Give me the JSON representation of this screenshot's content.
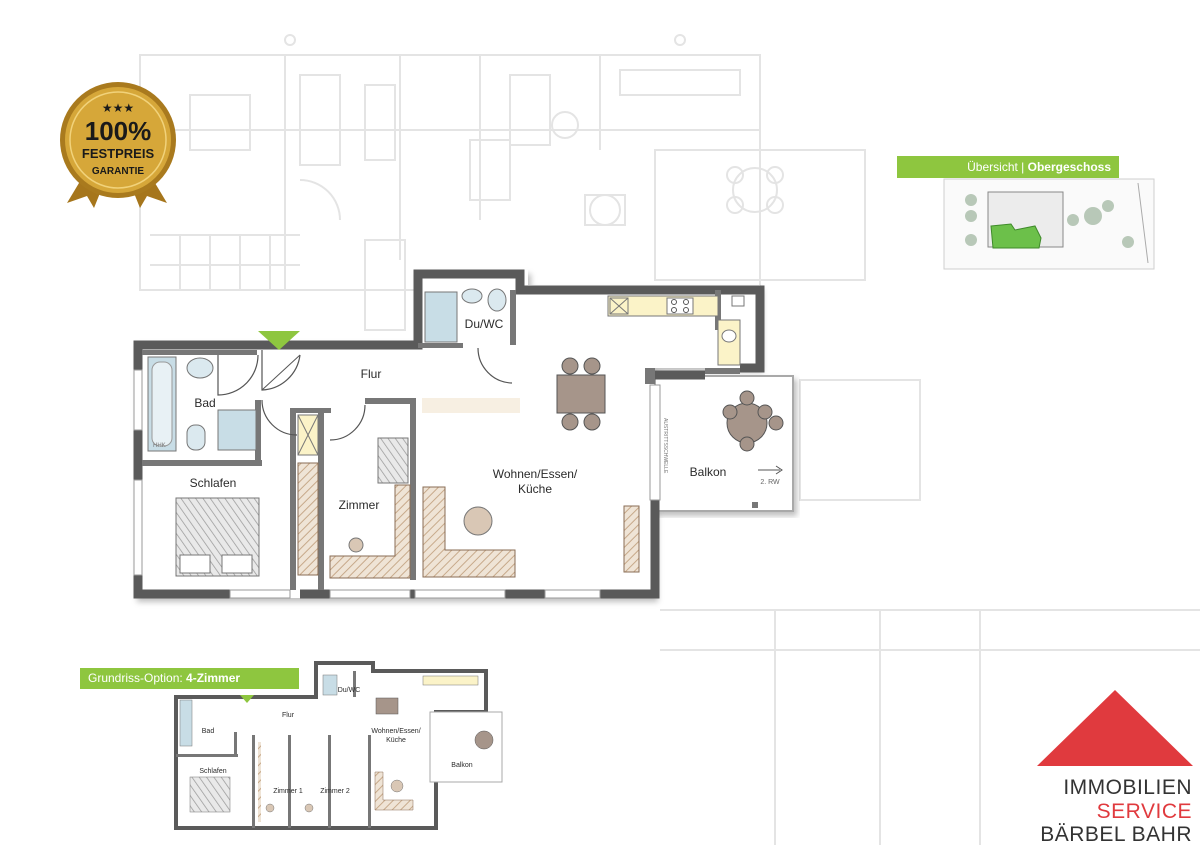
{
  "badge": {
    "line1": "100%",
    "line2": "FESTPREIS",
    "line3": "GARANTIE",
    "stars": "★★★",
    "gold_color": "#c9962b"
  },
  "overview": {
    "label": "Übersicht |",
    "label_bold": "Obergeschoss",
    "highlight_color": "#8ec63f"
  },
  "floorplan": {
    "rooms": {
      "flur": "Flur",
      "du_wc": "Du/WC",
      "bad": "Bad",
      "schlafen": "Schlafen",
      "zimmer": "Zimmer",
      "wohnen_line1": "Wohnen/Essen/",
      "wohnen_line2": "Küche",
      "balkon": "Balkon"
    },
    "annotations": {
      "escape_route": "2. RW",
      "threshold": "AUSTRITTSSCHWELLE",
      "hhk": "HHK"
    },
    "entry_marker_color": "#8ec63f",
    "wall_color": "#5a5a5a"
  },
  "option": {
    "label": "Grundriss-Option:",
    "label_bold": "4-Zimmer",
    "rooms": {
      "flur": "Flur",
      "du_wc": "Du/WC",
      "bad": "Bad",
      "schlafen": "Schlafen",
      "zimmer1": "Zimmer 1",
      "zimmer2": "Zimmer 2",
      "wohnen_line1": "Wohnen/Essen/",
      "wohnen_line2": "Küche",
      "balkon": "Balkon"
    }
  },
  "company": {
    "logo_text": "BAHR",
    "line1": "IMMOBILIEN",
    "line2": "SERVICE",
    "line3": "BÄRBEL BAHR",
    "brand_red": "#e03a3e"
  }
}
